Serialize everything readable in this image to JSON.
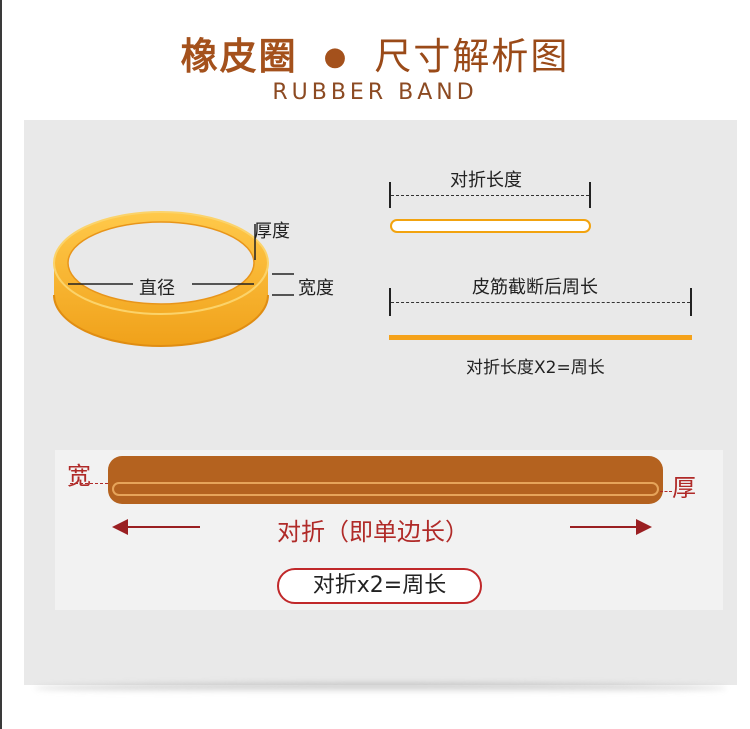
{
  "header": {
    "title_left": "橡皮圈",
    "title_sep": "●",
    "title_right": "尺寸解析图",
    "subtitle": "RUBBER BAND"
  },
  "ring_diagram": {
    "thickness_label": "厚度",
    "diameter_label": "直径",
    "width_label": "宽度"
  },
  "length_diagram": {
    "fold_length_label": "对折长度",
    "cut_perimeter_label": "皮筋截断后周长",
    "formula": "对折长度X2=周长"
  },
  "band_diagram": {
    "width_label": "宽",
    "thickness_label": "厚",
    "fold_caption": "对折（即单边长）",
    "formula": "对折x2=周长"
  },
  "colors": {
    "title_brown": "#a4511c",
    "ring_orange": "#f5a623",
    "band_brown": "#b4621f",
    "accent_red": "#b02a28"
  }
}
